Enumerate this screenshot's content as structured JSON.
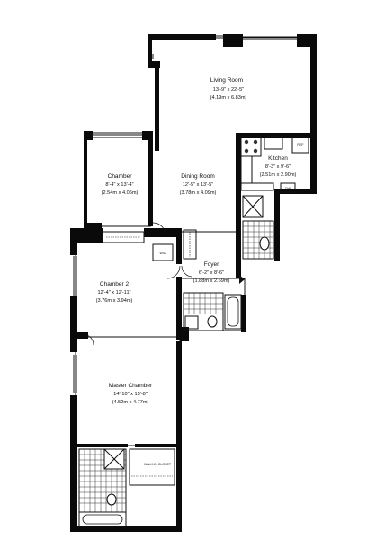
{
  "rooms": {
    "living_room": {
      "name": "Living Room",
      "dim_imperial": "13'-9\" x 22'-5\"",
      "dim_metric": "(4.19m x 6.83m)"
    },
    "kitchen": {
      "name": "Kitchen",
      "dim_imperial": "8'-3\" x 9'-6\"",
      "dim_metric": "(2.51m x 2.90m)"
    },
    "chamber": {
      "name": "Chamber",
      "dim_imperial": "8'-4\" x 13'-4\"",
      "dim_metric": "(2.54m x 4.06m)"
    },
    "dining_room": {
      "name": "Dining Room",
      "dim_imperial": "12'-5\" x 13'-5\"",
      "dim_metric": "(3.78m x 4.09m)"
    },
    "foyer": {
      "name": "Foyer",
      "dim_imperial": "6'-2\" x 8'-6\"",
      "dim_metric": "(1.88m x 2.59m)"
    },
    "chamber_2": {
      "name": "Chamber 2",
      "dim_imperial": "12'-4\" x 12'-11\"",
      "dim_metric": "(3.76m x 3.94m)"
    },
    "master_chamber": {
      "name": "Master Chamber",
      "dim_imperial": "14'-10\" x 15'-8\"",
      "dim_metric": "(4.52m x 4.77m)"
    }
  },
  "fixtures": {
    "refrigerator": "REF",
    "dishwasher": "DW",
    "washer_dryer": "W/D",
    "walk_in_closet": "WALK-IN CLOSET"
  }
}
